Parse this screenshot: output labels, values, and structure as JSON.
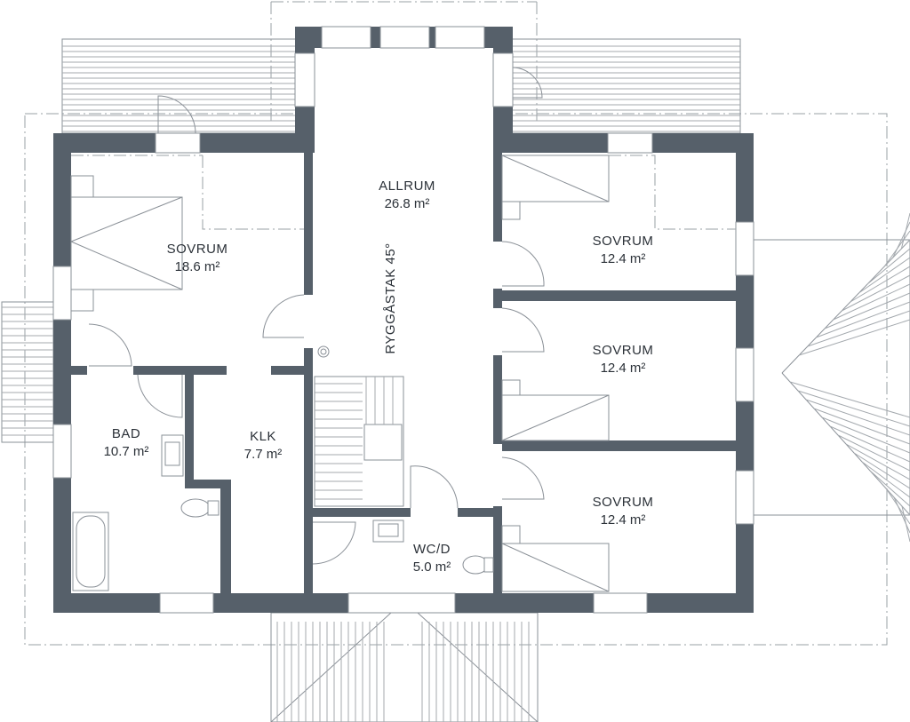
{
  "rooms": {
    "allrum": {
      "name": "ALLRUM",
      "area": "26.8 m²"
    },
    "sovrum_main": {
      "name": "SOVRUM",
      "area": "18.6 m²"
    },
    "sovrum_1": {
      "name": "SOVRUM",
      "area": "12.4 m²"
    },
    "sovrum_2": {
      "name": "SOVRUM",
      "area": "12.4 m²"
    },
    "sovrum_3": {
      "name": "SOVRUM",
      "area": "12.4 m²"
    },
    "bad": {
      "name": "BAD",
      "area": "10.7 m²"
    },
    "klk": {
      "name": "KLK",
      "area": "7.7 m²"
    },
    "wcd": {
      "name": "WC/D",
      "area": "5.0 m²"
    }
  },
  "ridge_label": "RYGGÅSTAK 45°",
  "colors": {
    "wall": "#56606a",
    "line": "#8a9097",
    "text": "#2b3138"
  }
}
